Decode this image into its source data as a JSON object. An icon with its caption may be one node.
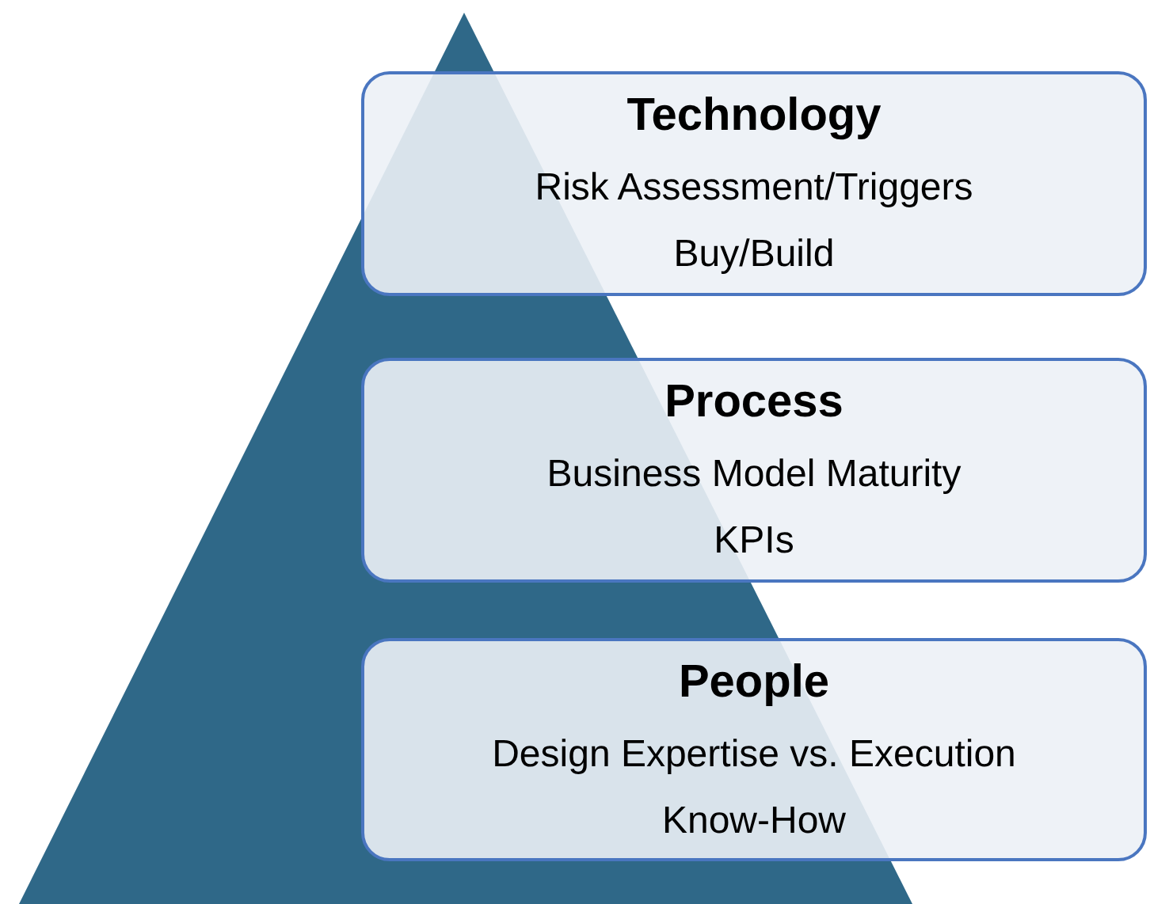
{
  "diagram": {
    "nodes": [
      {
        "text": [
          "Technology",
          "Risk Assessment/Triggers",
          "Buy/Build"
        ]
      },
      {
        "text": [
          "Process",
          "Business Model Maturity",
          "KPIs"
        ]
      },
      {
        "text": [
          "People",
          "Design Expertise vs. Execution",
          "Know-How"
        ]
      }
    ]
  }
}
